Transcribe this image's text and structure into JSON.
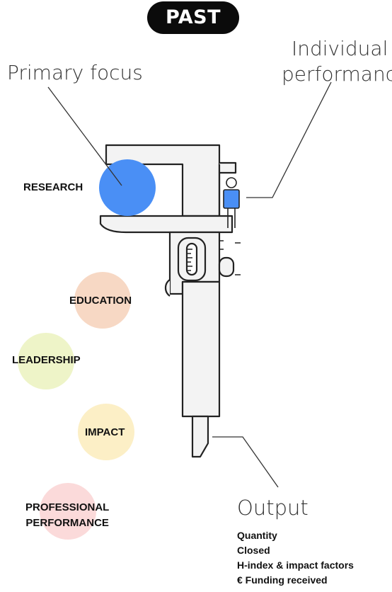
{
  "header": {
    "badge": "PAST"
  },
  "labels": {
    "primary_focus": "Primary focus",
    "individual_line1": "Individual",
    "individual_line2": "performance",
    "output": "Output"
  },
  "focus_areas": [
    {
      "label": "RESEARCH",
      "color": "#4a8ff5",
      "highlighted": true
    },
    {
      "label": "EDUCATION",
      "color": "#f7d8c4",
      "highlighted": false
    },
    {
      "label": "LEADERSHIP",
      "color": "#eef4c8",
      "highlighted": false
    },
    {
      "label": "IMPACT",
      "color": "#fcefc6",
      "highlighted": false
    },
    {
      "label_line1": "PROFESSIONAL",
      "label_line2": "PERFORMANCE",
      "color": "#fbdada",
      "highlighted": false
    }
  ],
  "output_items": [
    "Quantity",
    "Closed",
    "H-index & impact factors",
    "€ Funding received"
  ],
  "colors": {
    "instrument_fill": "#f3f3f3",
    "instrument_stroke": "#222222",
    "person_shirt": "#4a8ff5"
  },
  "icons": [
    "caliper-icon",
    "person-icon"
  ]
}
